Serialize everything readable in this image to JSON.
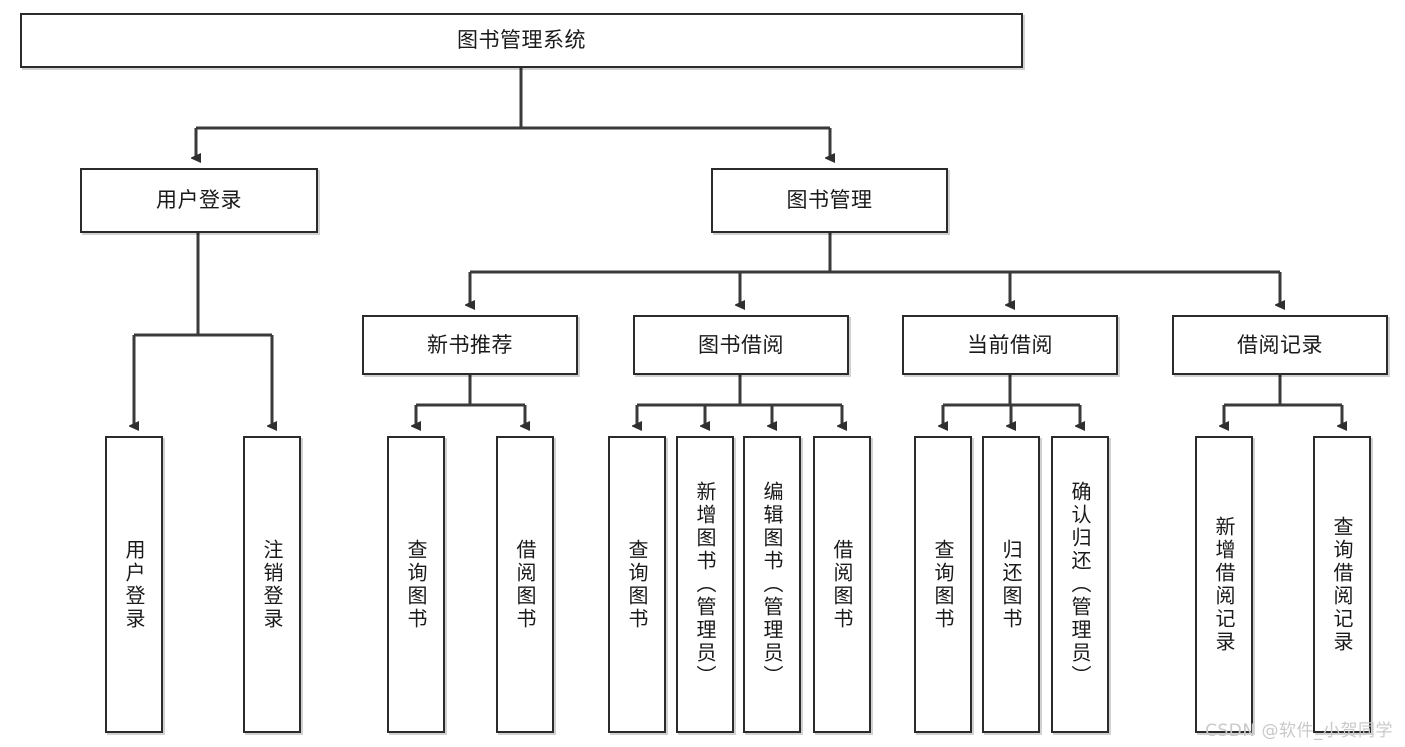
{
  "diagram": {
    "type": "tree-hierarchy",
    "title": "图书管理系统",
    "watermark": "CSDN @软件_小贺同学",
    "colors": {
      "box_border": "#2b2b2b",
      "box_fill": "#ffffff",
      "connector": "#3a3a3a",
      "text": "#1a1a1a",
      "watermark": "#c9c9c9"
    },
    "root": {
      "label": "图书管理系统"
    },
    "level1": [
      {
        "label": "用户登录"
      },
      {
        "label": "图书管理"
      }
    ],
    "level2": [
      {
        "label": "新书推荐"
      },
      {
        "label": "图书借阅"
      },
      {
        "label": "当前借阅"
      },
      {
        "label": "借阅记录"
      }
    ],
    "leaves": {
      "user_login": [
        {
          "label": "用户登录"
        },
        {
          "label": "注销登录"
        }
      ],
      "new_book_recommend": [
        {
          "label": "查询图书"
        },
        {
          "label": "借阅图书"
        }
      ],
      "book_borrow": [
        {
          "label": "查询图书"
        },
        {
          "label": "新增图书（管理员）"
        },
        {
          "label": "编辑图书（管理员）"
        },
        {
          "label": "借阅图书"
        }
      ],
      "current_borrow": [
        {
          "label": "查询图书"
        },
        {
          "label": "归还图书"
        },
        {
          "label": "确认归还（管理员）"
        }
      ],
      "borrow_record": [
        {
          "label": "新增借阅记录"
        },
        {
          "label": "查询借阅记录"
        }
      ]
    }
  }
}
